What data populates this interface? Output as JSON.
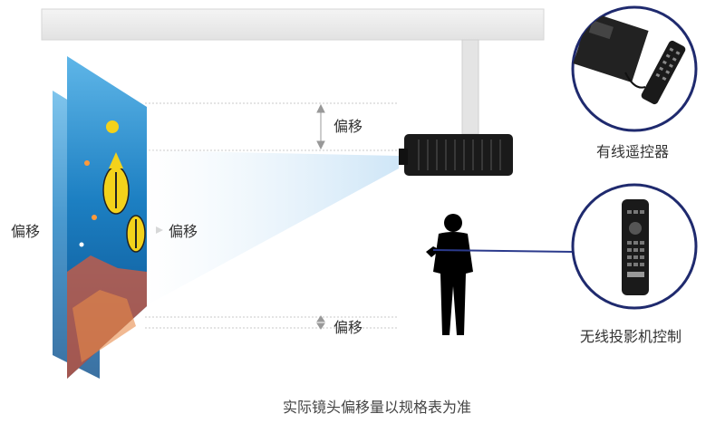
{
  "labels": {
    "offset_left": "偏移",
    "offset_mid": "偏移",
    "offset_top": "偏移",
    "offset_bottom": "偏移",
    "wired_remote": "有线遥控器",
    "wireless_control": "无线投影机控制",
    "footnote": "实际镜头偏移量以规格表为准"
  },
  "colors": {
    "ceiling": "#eeeeee",
    "beam": "#cfe6f7",
    "circle_border": "#1f2a6e",
    "signal_line": "#2b3a8c",
    "guide_line": "#c8c8c8",
    "arrow": "#999999"
  }
}
